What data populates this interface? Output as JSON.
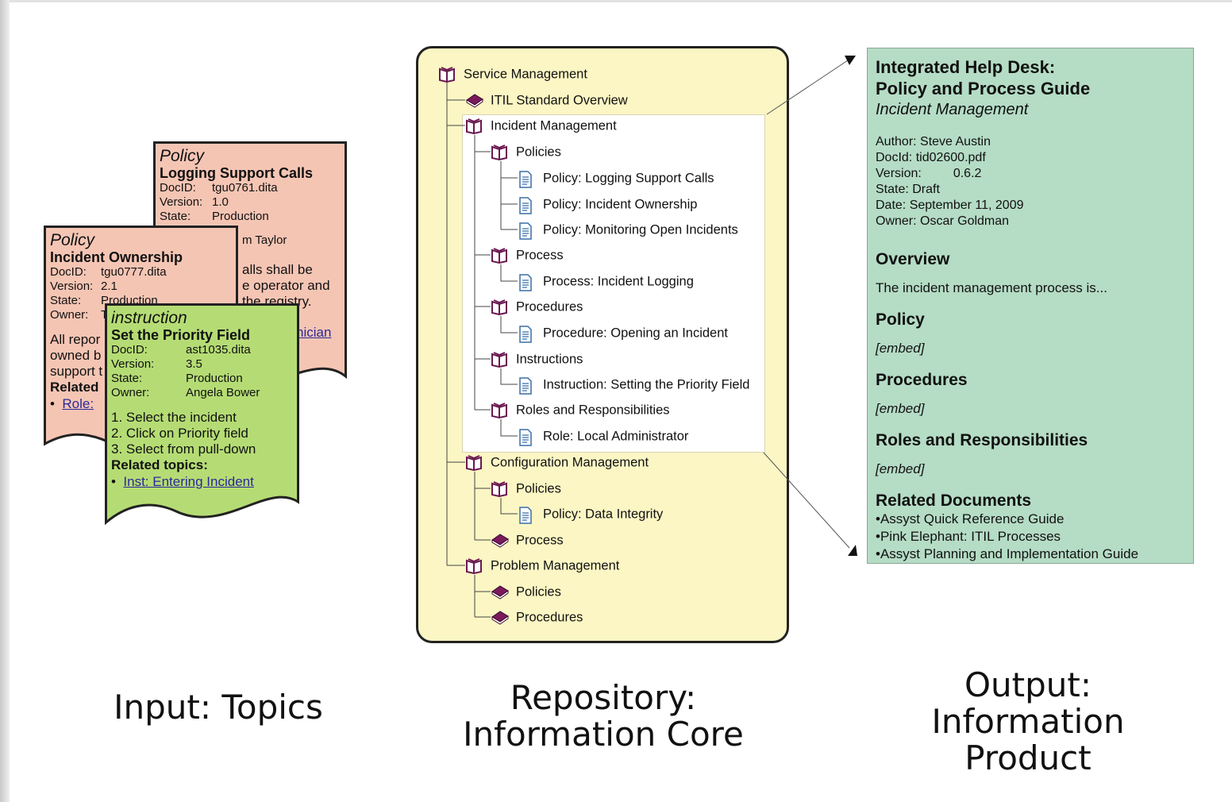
{
  "captions": {
    "input": "Input: Topics",
    "repository": "Repository:\nInformation Core",
    "output": "Output:\nInformation\nProduct"
  },
  "colors": {
    "policy_card": "#f5c5b4",
    "instruction_card": "#b5dc74",
    "repository": "#fbf6c4",
    "output": "#b5dcc5",
    "book_closed": "#7a1a5c"
  },
  "policy1": {
    "type": "Policy",
    "title": "Logging Support Calls",
    "meta": [
      [
        "DocID:",
        "tgu0761.dita"
      ],
      [
        "Version:",
        "1.0"
      ],
      [
        "State:",
        "Production"
      ]
    ],
    "owner_frag": "m Taylor",
    "body_lines": [
      "alls shall be",
      "e operator and",
      "the registry."
    ],
    "link_frag": "nician"
  },
  "policy2": {
    "type": "Policy",
    "title": "Incident Ownership",
    "meta": [
      [
        "DocID:",
        "tgu0777.dita"
      ],
      [
        "Version:",
        "2.1"
      ],
      [
        "State:",
        "Production"
      ],
      [
        "Owner:",
        "T"
      ]
    ],
    "body_lines": [
      "All repor",
      "owned b",
      "support t"
    ],
    "related": "Related",
    "link": "Role: "
  },
  "instruction": {
    "type": "instruction",
    "title": "Set the Priority Field",
    "meta": [
      [
        "DocID:",
        "ast1035.dita"
      ],
      [
        "Version:",
        "3.5"
      ],
      [
        "State:",
        "Production"
      ],
      [
        "Owner:",
        "Angela Bower"
      ]
    ],
    "steps": [
      "1. Select the incident",
      "2. Click on Priority field",
      "3. Select from pull-down"
    ],
    "related": "Related topics:",
    "link": "Inst: Entering Incident"
  },
  "tree": [
    {
      "label": "Service Management",
      "icon": "book-open-icon"
    },
    {
      "label": "ITIL Standard Overview",
      "icon": "book-closed-icon"
    },
    {
      "label": "Incident Management",
      "icon": "book-open-icon"
    },
    {
      "label": "Policies",
      "icon": "book-open-icon"
    },
    {
      "label": "Policy: Logging Support Calls",
      "icon": "document-icon"
    },
    {
      "label": "Policy: Incident Ownership",
      "icon": "document-icon"
    },
    {
      "label": "Policy: Monitoring Open Incidents",
      "icon": "document-icon"
    },
    {
      "label": "Process",
      "icon": "book-open-icon"
    },
    {
      "label": "Process: Incident Logging",
      "icon": "document-icon"
    },
    {
      "label": "Procedures",
      "icon": "book-open-icon"
    },
    {
      "label": "Procedure: Opening an Incident",
      "icon": "document-icon"
    },
    {
      "label": "Instructions",
      "icon": "book-open-icon"
    },
    {
      "label": "Instruction: Setting the Priority Field",
      "icon": "document-icon"
    },
    {
      "label": "Roles and Responsibilities",
      "icon": "book-open-icon"
    },
    {
      "label": "Role: Local Administrator",
      "icon": "document-icon"
    },
    {
      "label": "Configuration Management",
      "icon": "book-open-icon"
    },
    {
      "label": "Policies",
      "icon": "book-open-icon"
    },
    {
      "label": "Policy: Data Integrity",
      "icon": "document-icon"
    },
    {
      "label": "Process",
      "icon": "book-closed-icon"
    },
    {
      "label": "Problem Management",
      "icon": "book-open-icon"
    },
    {
      "label": "Policies",
      "icon": "book-closed-icon"
    },
    {
      "label": "Procedures",
      "icon": "book-closed-icon"
    }
  ],
  "output": {
    "title_line1": "Integrated Help Desk:",
    "title_line2": "Policy and Process Guide",
    "subtitle": "Incident Management",
    "meta": [
      "Author: Steve Austin",
      "DocId:  tid02600.pdf",
      "Version:         0.6.2",
      "State:  Draft",
      "Date:   September 11, 2009",
      "Owner: Oscar Goldman"
    ],
    "overview_heading": "Overview",
    "overview_text": "The incident management process is...",
    "policy_heading": "Policy",
    "policy_embed": "[embed]",
    "procedures_heading": "Procedures",
    "procedures_embed": "[embed]",
    "roles_heading": "Roles and Responsibilities",
    "roles_embed": "[embed]",
    "related_heading": "Related Documents",
    "related": [
      "•Assyst Quick Reference Guide",
      "•Pink Elephant: ITIL Processes",
      "•Assyst Planning and Implementation Guide"
    ]
  }
}
